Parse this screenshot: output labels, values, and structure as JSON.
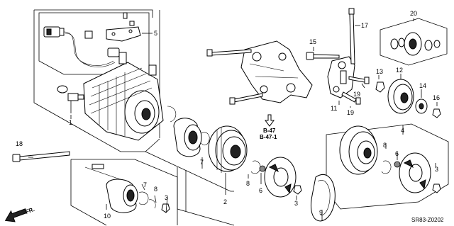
{
  "callouts": {
    "c1": "1",
    "c2": "2",
    "c3a": "3",
    "c3b": "3",
    "c3c": "3",
    "c4": "4",
    "c5": "5",
    "c6a": "6",
    "c6b": "6",
    "c7a": "7",
    "c7b": "7",
    "c8a": "8",
    "c8b": "8",
    "c8c": "8",
    "c9": "9",
    "c10": "10",
    "c11": "11",
    "c12": "12",
    "c13": "13",
    "c14": "14",
    "c15": "15",
    "c16": "16",
    "c17": "17",
    "c18": "18",
    "c19a": "19",
    "c19b": "19",
    "c20": "20"
  },
  "references": {
    "ref1": "B-47",
    "ref2": "B-47-1"
  },
  "direction_label": "FR.",
  "diagram_code": "SR83-Z0202"
}
